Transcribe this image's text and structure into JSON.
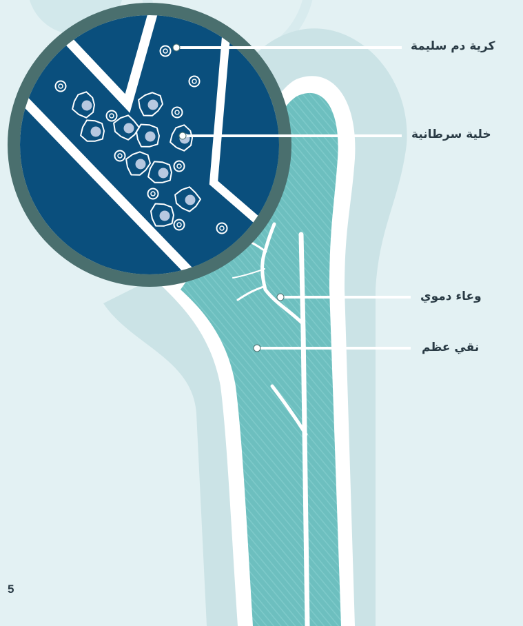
{
  "labels": {
    "healthy_blood_cell": "كرية دم سليمة",
    "cancer_cell": "خلية سرطانية",
    "blood_vessel": "وعاء دموي",
    "bone_marrow": "نقي عظم"
  },
  "page_number": "5",
  "colors": {
    "background": "#e3f1f3",
    "bone_outer": "#cbe3e6",
    "bone_wall": "#ffffff",
    "marrow": "#6dbfbf",
    "magnifier_fill": "#0a4f7d",
    "magnifier_ring": "#4a6f6e",
    "cell_fill": "#b7c8e0",
    "leader_line": "#ffffff",
    "text": "#2a3b45"
  }
}
